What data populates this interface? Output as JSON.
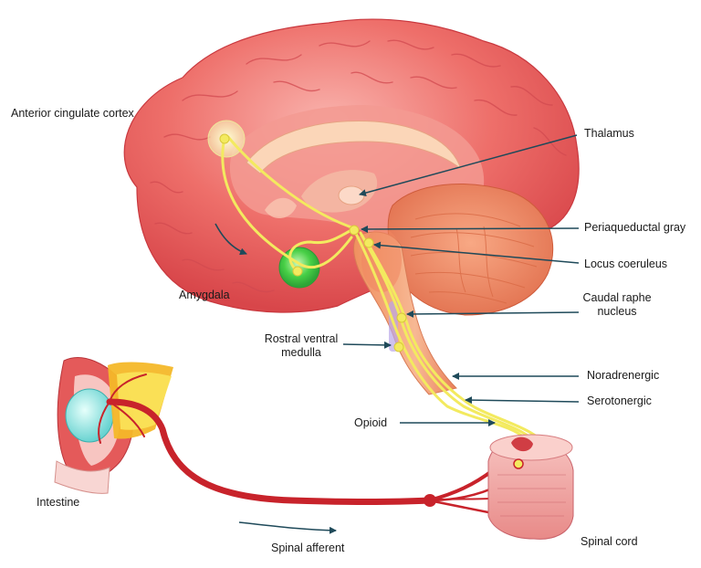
{
  "labels": {
    "anterior_cingulate_cortex": "Anterior cingulate cortex",
    "thalamus": "Thalamus",
    "periaqueductal_gray": "Periaqueductal gray",
    "locus_coeruleus": "Locus coeruleus",
    "caudal_raphe_line1": "Caudal raphe",
    "caudal_raphe_line2": "nucleus",
    "amygdala": "Amygdala",
    "rostral_ventral_line1": "Rostral ventral",
    "rostral_ventral_line2": "medulla",
    "noradrenergic": "Noradrenergic",
    "serotonergic": "Serotonergic",
    "opioid": "Opioid",
    "intestine": "Intestine",
    "spinal_cord": "Spinal cord",
    "spinal_afferent": "Spinal afferent"
  },
  "colors": {
    "brain": "#ee6f6a",
    "brain_highlight": "#f7a6a0",
    "cerebellum": "#f2906a",
    "brainstem": "#f4a882",
    "pathway": "#f3ea5f",
    "amygdala": "#4fd14f",
    "nerve": "#c8232b",
    "pointer": "#1f4a5a",
    "spinal_cord": "#f2a5a3"
  }
}
